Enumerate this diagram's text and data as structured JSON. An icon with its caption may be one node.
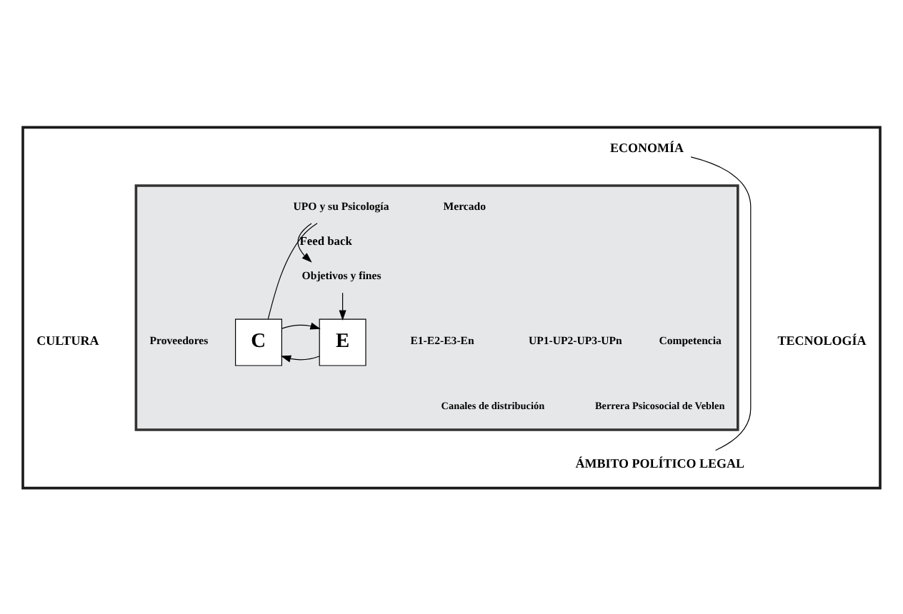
{
  "diagram": {
    "nodes": [
      {
        "text": [],
        "shape": "box"
      },
      {
        "text": [],
        "shape": "box",
        "in": 0
      },
      {
        "text": [
          "E"
        ],
        "in": 1
      },
      {
        "text": [
          "C"
        ],
        "in": 1
      },
      {
        "text": [
          "UPO y su Psicología"
        ],
        "in": 1
      },
      {
        "text": [
          "Objetivos y fines"
        ],
        "in": 1
      },
      {
        "text": [
          "ECONOMÍA"
        ],
        "in": 0
      },
      {
        "text": [
          "ÁMBITO POLÍTICO LEGAL"
        ],
        "in": 0
      }
    ],
    "edges": [
      {
        "from": 2,
        "to": 3,
        "arrow": "to"
      },
      {
        "from": 3,
        "to": 2,
        "arrow": "to"
      },
      {
        "from": 3,
        "to": 4,
        "arrow": "none"
      },
      {
        "from": 4,
        "to": 5,
        "arrow": "to",
        "label": "Feed back"
      },
      {
        "from": 5,
        "to": 2,
        "arrow": "to"
      },
      {
        "from": 6,
        "to": 7,
        "arrow": "none"
      }
    ],
    "labels": [
      "CULTURA",
      "Proveedores",
      "E1-E2-E3-En",
      "UP1-UP2-UP3-UPn",
      "Mercado",
      "Competencia",
      "TECNOLOGÍA",
      "Canales de distribución",
      "Berrera Psicosocial de Veblen"
    ]
  }
}
